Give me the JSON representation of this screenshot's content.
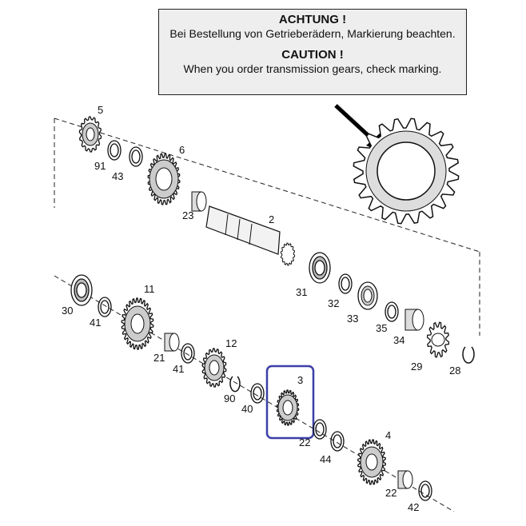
{
  "notice": {
    "title_de": "ACHTUNG !",
    "text_de": "Bei Bestellung von Getrieberädern, Markierung beachten.",
    "title_en": "CAUTION !",
    "text_en": "When you order transmission gears, check marking."
  },
  "highlight_color": "#3a3fa8",
  "parts": [
    {
      "label": "5"
    },
    {
      "label": "91"
    },
    {
      "label": "43"
    },
    {
      "label": "6"
    },
    {
      "label": "23"
    },
    {
      "label": "2"
    },
    {
      "label": "31"
    },
    {
      "label": "32"
    },
    {
      "label": "33"
    },
    {
      "label": "35"
    },
    {
      "label": "34"
    },
    {
      "label": "29"
    },
    {
      "label": "28"
    },
    {
      "label": "30"
    },
    {
      "label": "41"
    },
    {
      "label": "11"
    },
    {
      "label": "21"
    },
    {
      "label": "41"
    },
    {
      "label": "12"
    },
    {
      "label": "90"
    },
    {
      "label": "40"
    },
    {
      "label": "3"
    },
    {
      "label": "22"
    },
    {
      "label": "44"
    },
    {
      "label": "4"
    },
    {
      "label": "22"
    },
    {
      "label": "42"
    }
  ]
}
